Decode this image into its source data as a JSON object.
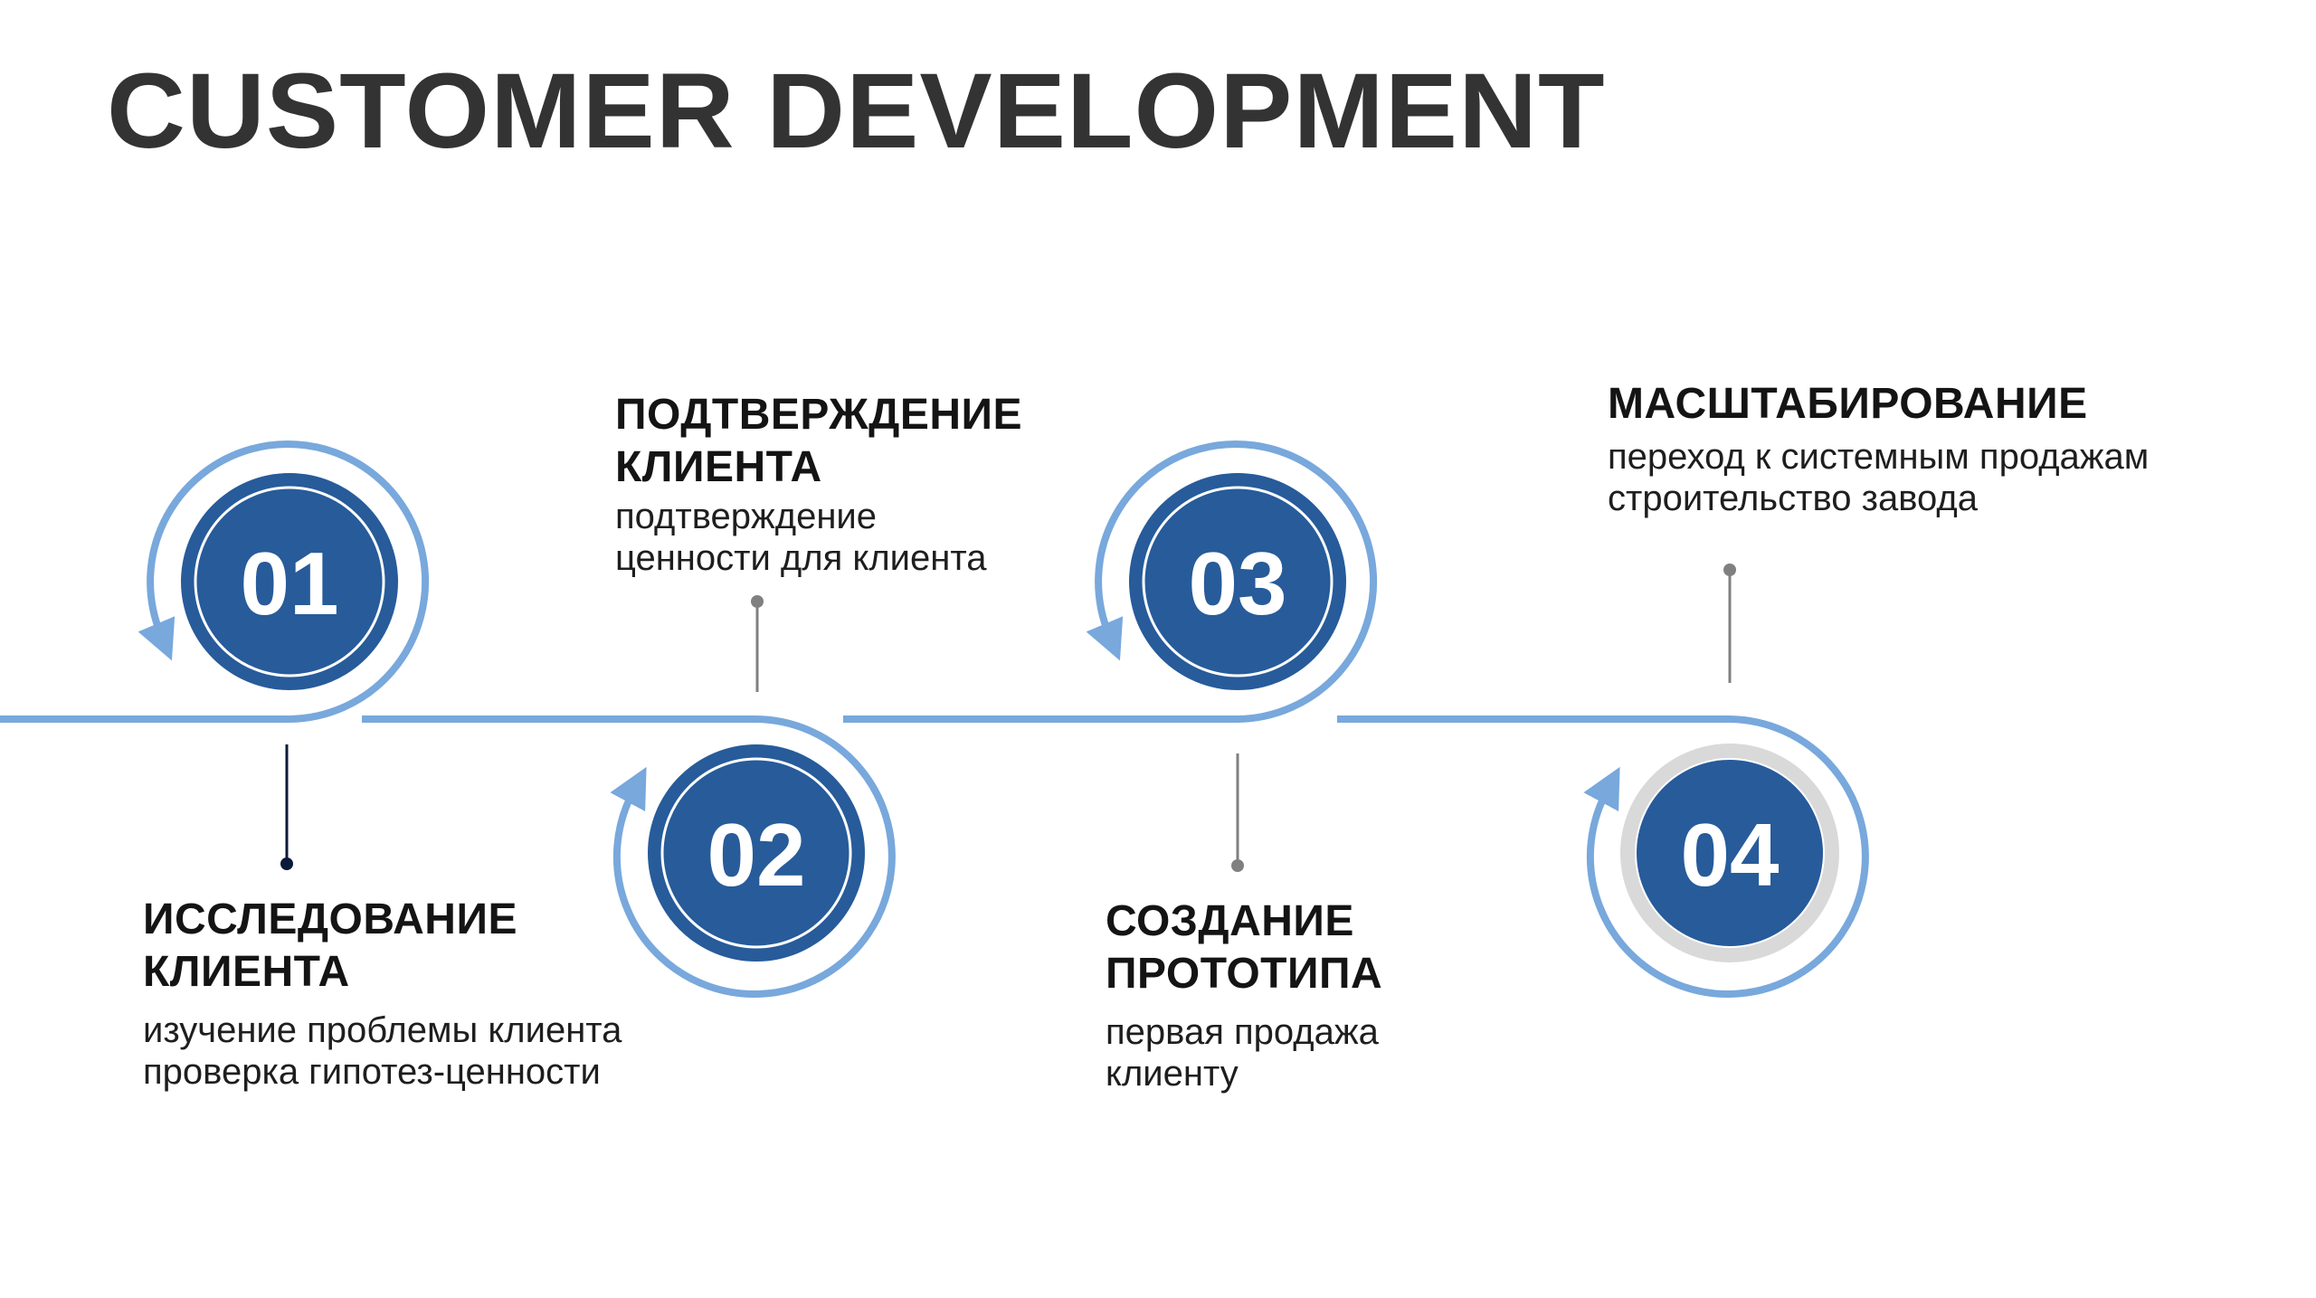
{
  "header": {
    "title": "CUSTOMER DEVELOPMENT"
  },
  "colors": {
    "circle_fill": "#275B9A",
    "arc_line": "#78A8DC",
    "title_text": "#333333",
    "connector_first": "#0B1A3B",
    "connector_other": "#808080",
    "final_ring": "#D9D9D9"
  },
  "steps": [
    {
      "number": "01",
      "title": "ИССЛЕДОВАНИЕ\nКЛИЕНТА",
      "description": "изучение проблемы клиента\nпроверка гипотез-ценности"
    },
    {
      "number": "02",
      "title": "ПОДТВЕРЖДЕНИЕ\nКЛИЕНТА",
      "description": "подтверждение\nценности для клиента"
    },
    {
      "number": "03",
      "title": "СОЗДАНИЕ\nПРОТОТИПА",
      "description": "первая продажа\nклиенту"
    },
    {
      "number": "04",
      "title": "МАСШТАБИРОВАНИЕ",
      "description": "переход к системным продажам\nстроительство завода"
    }
  ]
}
